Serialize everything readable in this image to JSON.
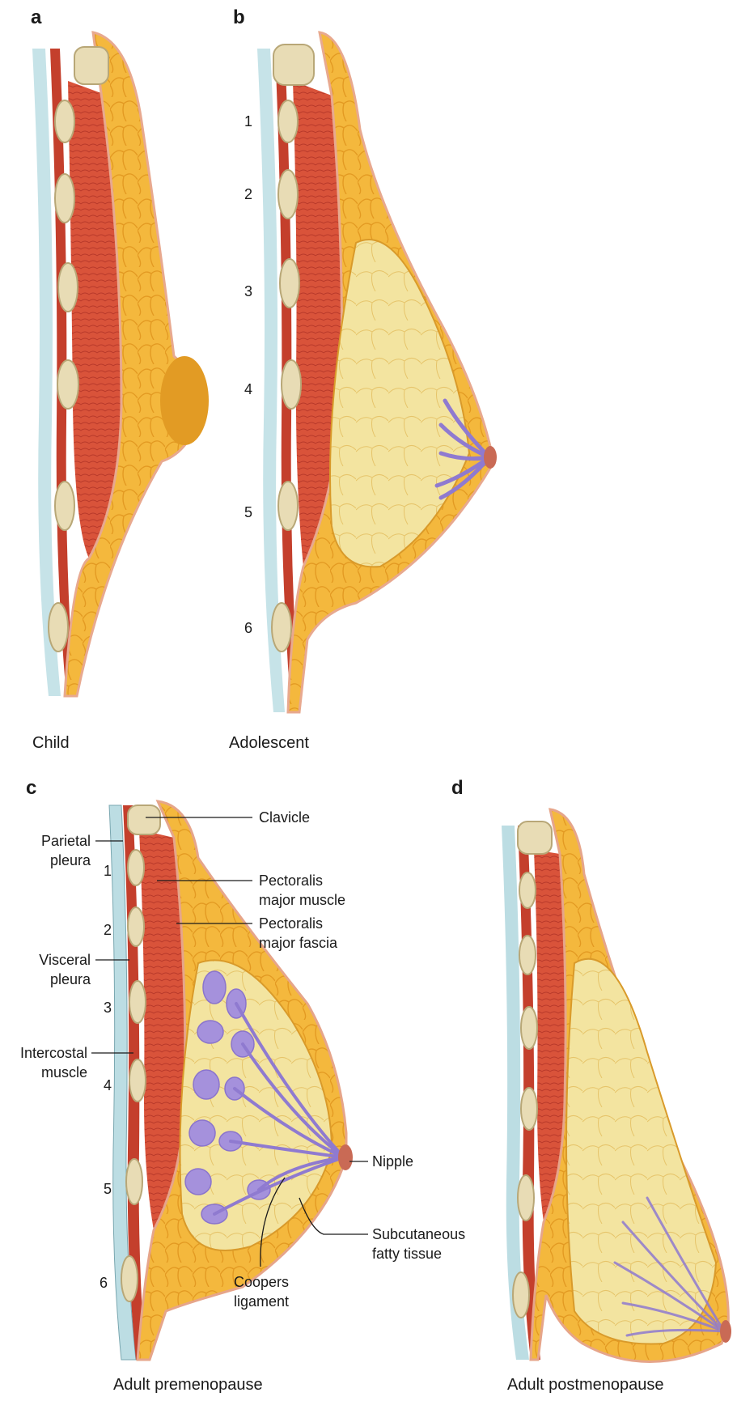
{
  "panels": [
    {
      "letter": "a",
      "caption": "Child"
    },
    {
      "letter": "b",
      "caption": "Adolescent"
    },
    {
      "letter": "c",
      "caption": "Adult premenopause"
    },
    {
      "letter": "d",
      "caption": "Adult postmenopause"
    }
  ],
  "rib_numbers_b": [
    "1",
    "2",
    "3",
    "4",
    "5",
    "6"
  ],
  "rib_numbers_c": [
    "1",
    "2",
    "3",
    "4",
    "5",
    "6"
  ],
  "labels": {
    "clavicle": "Clavicle",
    "parietal_pleura": [
      "Parietal",
      "pleura"
    ],
    "pectoralis_major_muscle": [
      "Pectoralis",
      "major muscle"
    ],
    "pectoralis_major_fascia": [
      "Pectoralis",
      "major fascia"
    ],
    "visceral_pleura": [
      "Visceral",
      "pleura"
    ],
    "intercostal_muscle": [
      "Intercostal",
      "muscle"
    ],
    "nipple": "Nipple",
    "subcutaneous_fatty_tissue": [
      "Subcutaneous",
      "fatty tissue"
    ],
    "coopers_ligament": [
      "Coopers",
      "ligament"
    ]
  },
  "colors": {
    "pleura": "#bcdde3",
    "muscle": "#d9533a",
    "bone": "#e8dcb5",
    "fat": "#f2b43a",
    "gland": "#f4e6a0",
    "duct": "#9b86d6",
    "skin": "#f0c9b6"
  }
}
